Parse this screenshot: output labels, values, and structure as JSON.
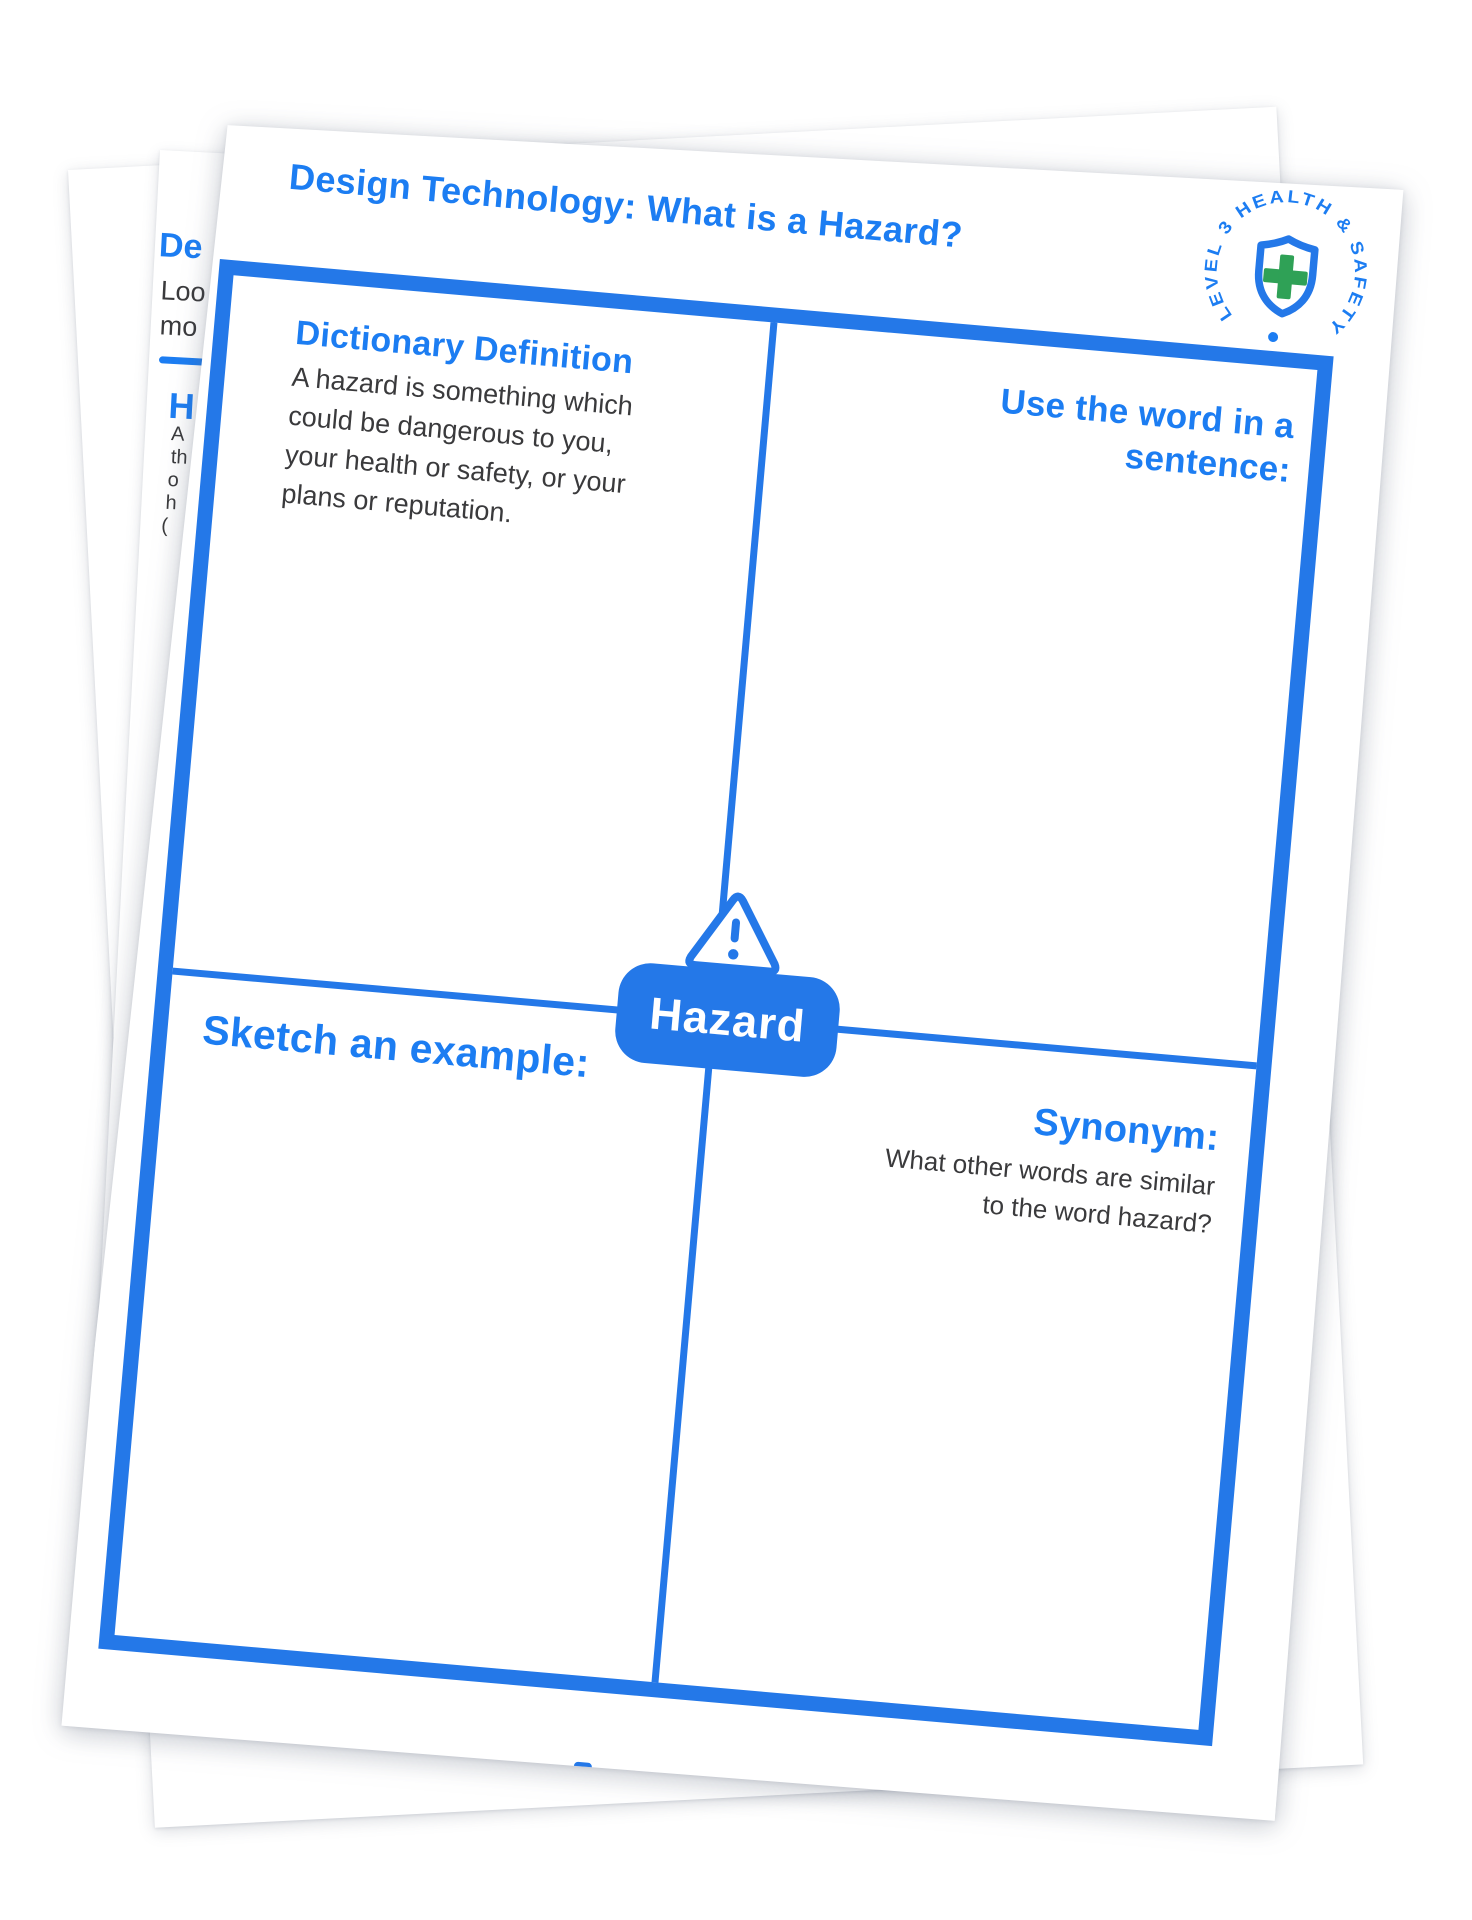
{
  "colors": {
    "structural_blue": "#2478e8",
    "heading_blue": "#1c7df2",
    "body_ink": "#3a3a3c",
    "cross_green": "#2fa156",
    "paper": "#ffffff"
  },
  "front": {
    "title": "Design Technology: What is a Hazard?",
    "badge": {
      "arc_text": "LEVEL 3 HEALTH & SAFETY",
      "dot": "•",
      "icon": "shield-cross-icon"
    },
    "quadrants": {
      "dictionary": {
        "heading": "Dictionary Definition",
        "body_lines": [
          "A hazard is something which",
          "could be dangerous to you,",
          "your health or safety, or your",
          "plans or reputation."
        ]
      },
      "sentence": {
        "heading_lines": [
          "Use the word in a",
          "sentence:"
        ]
      },
      "sketch": {
        "heading": "Sketch an example:"
      },
      "synonym": {
        "heading": "Synonym:",
        "body_lines": [
          "What other words are similar",
          "to the word hazard?"
        ]
      }
    },
    "center": {
      "label": "Hazard",
      "icon": "warning-triangle-icon"
    }
  },
  "back": {
    "fragments": {
      "heading_fragment": "De",
      "line1": "Loo",
      "line2": "mo",
      "subheading": "H",
      "small_lines": [
        "A",
        "th",
        "o",
        "h",
        "("
      ]
    }
  }
}
